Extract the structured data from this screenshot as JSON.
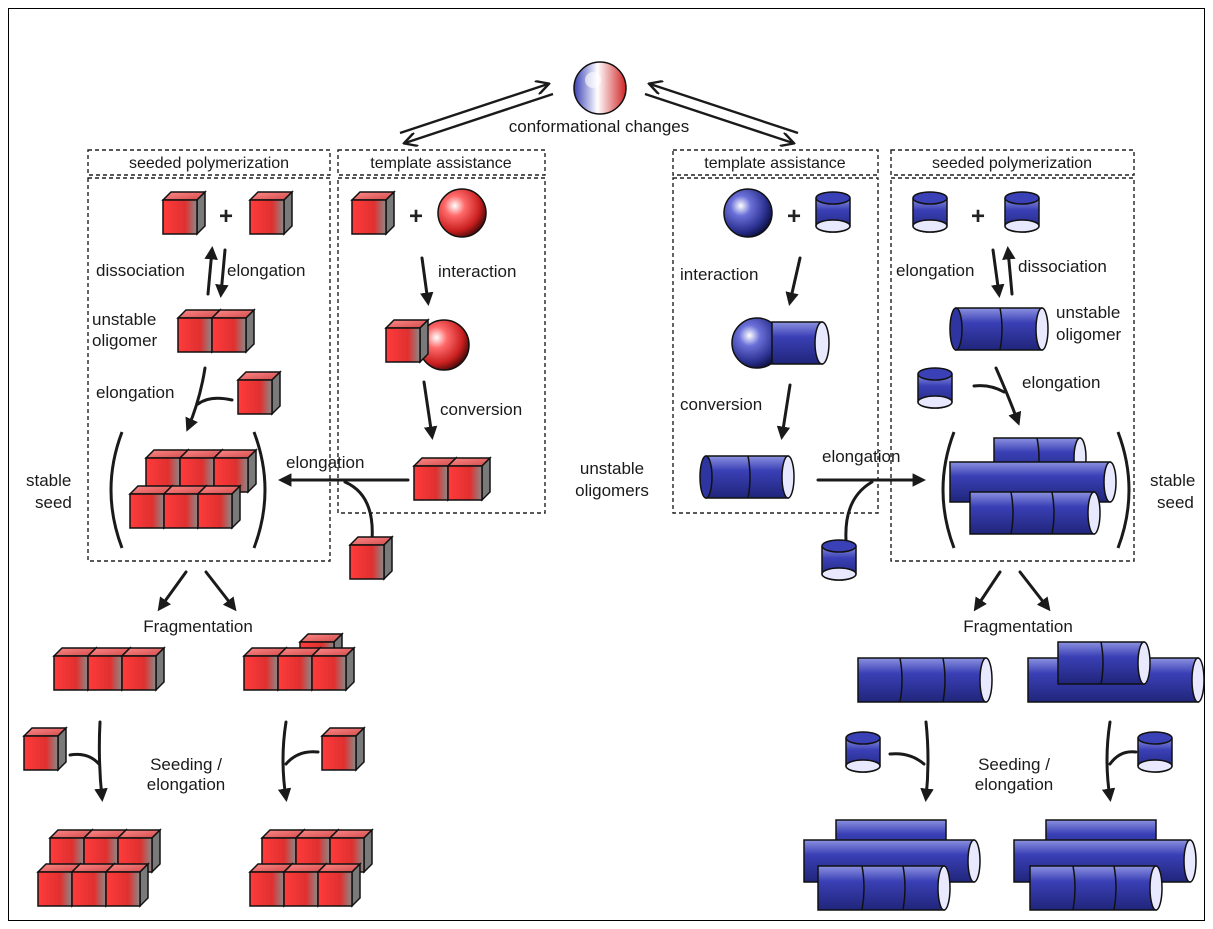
{
  "top": {
    "conformational_changes": "conformational changes"
  },
  "left": {
    "seeded_header": "seeded polymerization",
    "template_header": "template assistance",
    "dissociation": "dissociation",
    "elongation_1": "elongation",
    "unstable": "unstable",
    "oligomer": "oligomer",
    "elongation_2": "elongation",
    "stable": "stable",
    "seed": "seed",
    "interaction": "interaction",
    "conversion": "conversion",
    "elongation_3": "elongation",
    "fragmentation": "Fragmentation",
    "seeding": "Seeding /",
    "elongation_4": "elongation",
    "plus_1": "+",
    "plus_2": "+"
  },
  "center": {
    "unstable": "unstable",
    "oligomers": "oligomers"
  },
  "right": {
    "template_header": "template assistance",
    "seeded_header": "seeded polymerization",
    "interaction": "interaction",
    "conversion": "conversion",
    "elongation_1": "elongation",
    "elongation_2": "elongation",
    "dissociation": "dissociation",
    "unstable": "unstable",
    "oligomer": "oligomer",
    "elongation_3": "elongation",
    "stable": "stable",
    "seed": "seed",
    "fragmentation": "Fragmentation",
    "seeding": "Seeding /",
    "elongation_4": "elongation",
    "plus_1": "+",
    "plus_2": "+"
  },
  "colors": {
    "red_species": "#e53935",
    "blue_species": "#2e35a0",
    "outline": "#1a1a1a"
  }
}
